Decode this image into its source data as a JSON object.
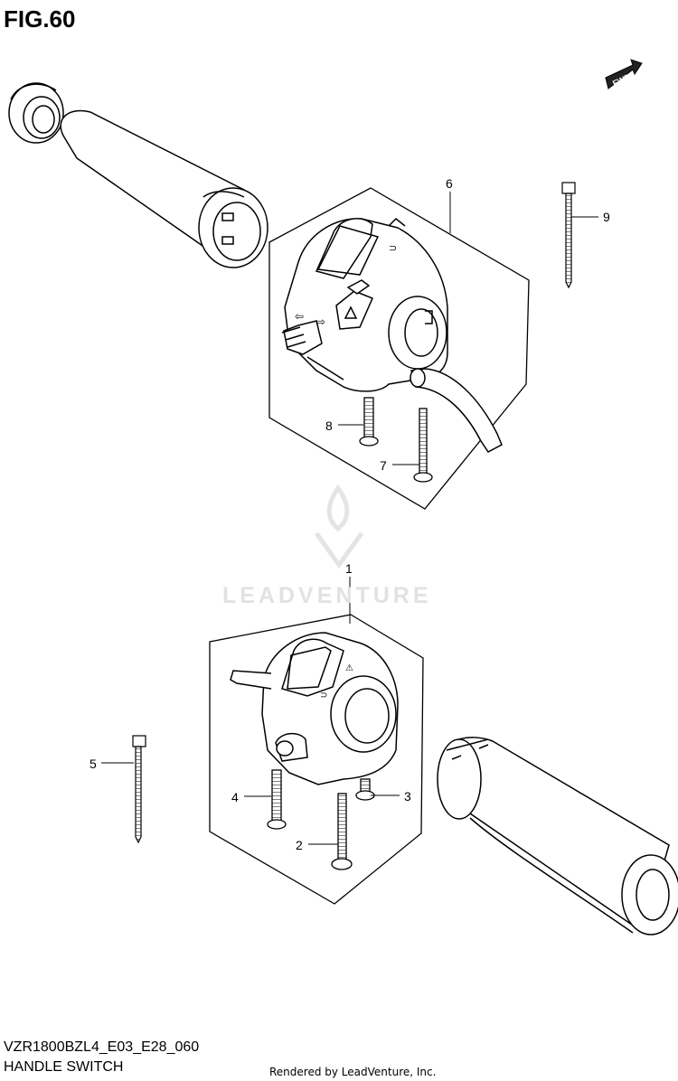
{
  "figure": {
    "title": "FIG.60",
    "model_code": "VZR1800BZL4_E03_E28_060",
    "name": "HANDLE SWITCH",
    "credit": "Rendered by LeadVenture, Inc.",
    "watermark": "LEADVENTURE"
  },
  "fwd_label": "FWD",
  "callouts": [
    "1",
    "2",
    "3",
    "4",
    "5",
    "6",
    "7",
    "8",
    "9"
  ],
  "switch_symbols": {
    "dimmer": "⊃",
    "hazard": "⚠",
    "turn_left": "⇦",
    "turn_right": "⇨"
  }
}
